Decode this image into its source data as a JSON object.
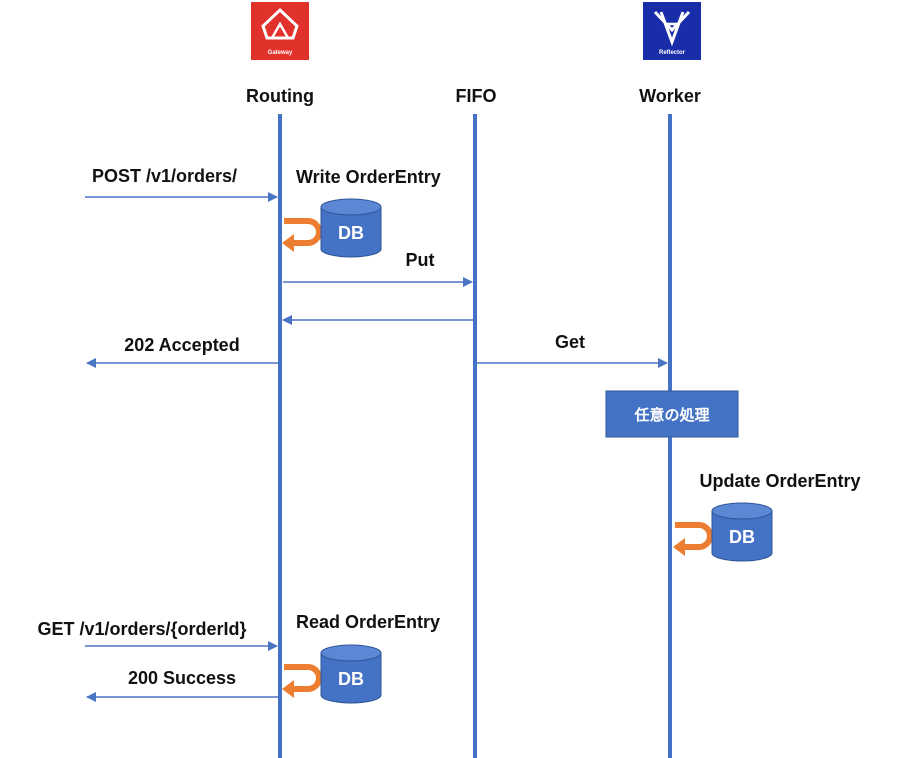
{
  "participants": {
    "routing": {
      "label": "Routing",
      "logo_text": "Gateway",
      "logo_color": "#e0312a",
      "logo_icon": "gateway-icon"
    },
    "fifo": {
      "label": "FIFO"
    },
    "worker": {
      "label": "Worker",
      "logo_text": "Reflector",
      "logo_color": "#1a2da8",
      "logo_icon": "reflector-icon"
    }
  },
  "messages": {
    "post_orders": "POST /v1/orders/",
    "write_order_entry": "Write OrderEntry",
    "put": "Put",
    "accepted": "202 Accepted",
    "get": "Get",
    "processing": "任意の処理",
    "update_order_entry": "Update OrderEntry",
    "get_order": "GET /v1/orders/{orderId}",
    "read_order_entry": "Read OrderEntry",
    "success": "200 Success"
  },
  "databases": {
    "write": "DB",
    "update": "DB",
    "read": "DB"
  },
  "colors": {
    "lifeline": "#4472c4",
    "arrow": "#4a74c4",
    "db_fill": "#4472c4",
    "db_top": "#5b87d4",
    "self_call": "#ed7d31",
    "process_box": "#4472c4"
  }
}
